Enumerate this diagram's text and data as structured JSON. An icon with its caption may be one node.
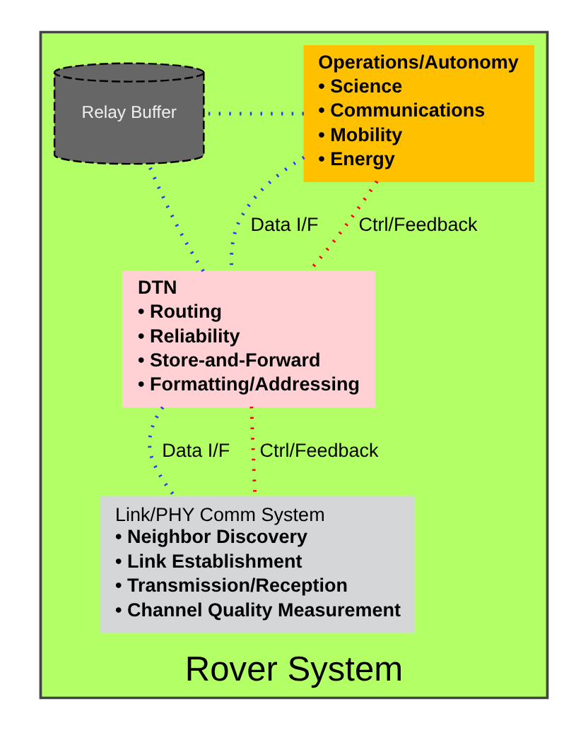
{
  "diagram": {
    "nodes": [
      {
        "text": [
          "Rover System"
        ]
      },
      {
        "text": [
          "Operations/Autonomy",
          "• Science",
          "• Communications",
          "• Mobility",
          "• Energy"
        ],
        "in": 0
      },
      {
        "text": [
          "Relay Buffer"
        ],
        "in": 0
      },
      {
        "text": [
          "DTN",
          "• Routing",
          "• Reliability",
          "• Store-and-Forward",
          "• Formatting/Addressing"
        ],
        "in": 0
      },
      {
        "text": [
          "Link/PHY Comm System",
          "• Neighbor Discovery",
          "• Link Establishment",
          "• Transmission/Reception",
          "• Channel Quality Measurement"
        ],
        "in": 0
      }
    ],
    "edges": [
      {
        "from": 1,
        "to": 3,
        "arrow": "none",
        "label": "Data I/F"
      },
      {
        "from": 1,
        "to": 3,
        "arrow": "none",
        "label": "Ctrl/Feedback",
        "color": "#ff0000"
      },
      {
        "from": 1,
        "to": 2,
        "arrow": "none"
      },
      {
        "from": 3,
        "to": 2,
        "arrow": "none"
      },
      {
        "from": 3,
        "to": 4,
        "arrow": "none",
        "label": "Data I/F"
      },
      {
        "from": 3,
        "to": 4,
        "arrow": "none",
        "label": "Ctrl/Feedback",
        "color": "#ff0000"
      }
    ]
  }
}
